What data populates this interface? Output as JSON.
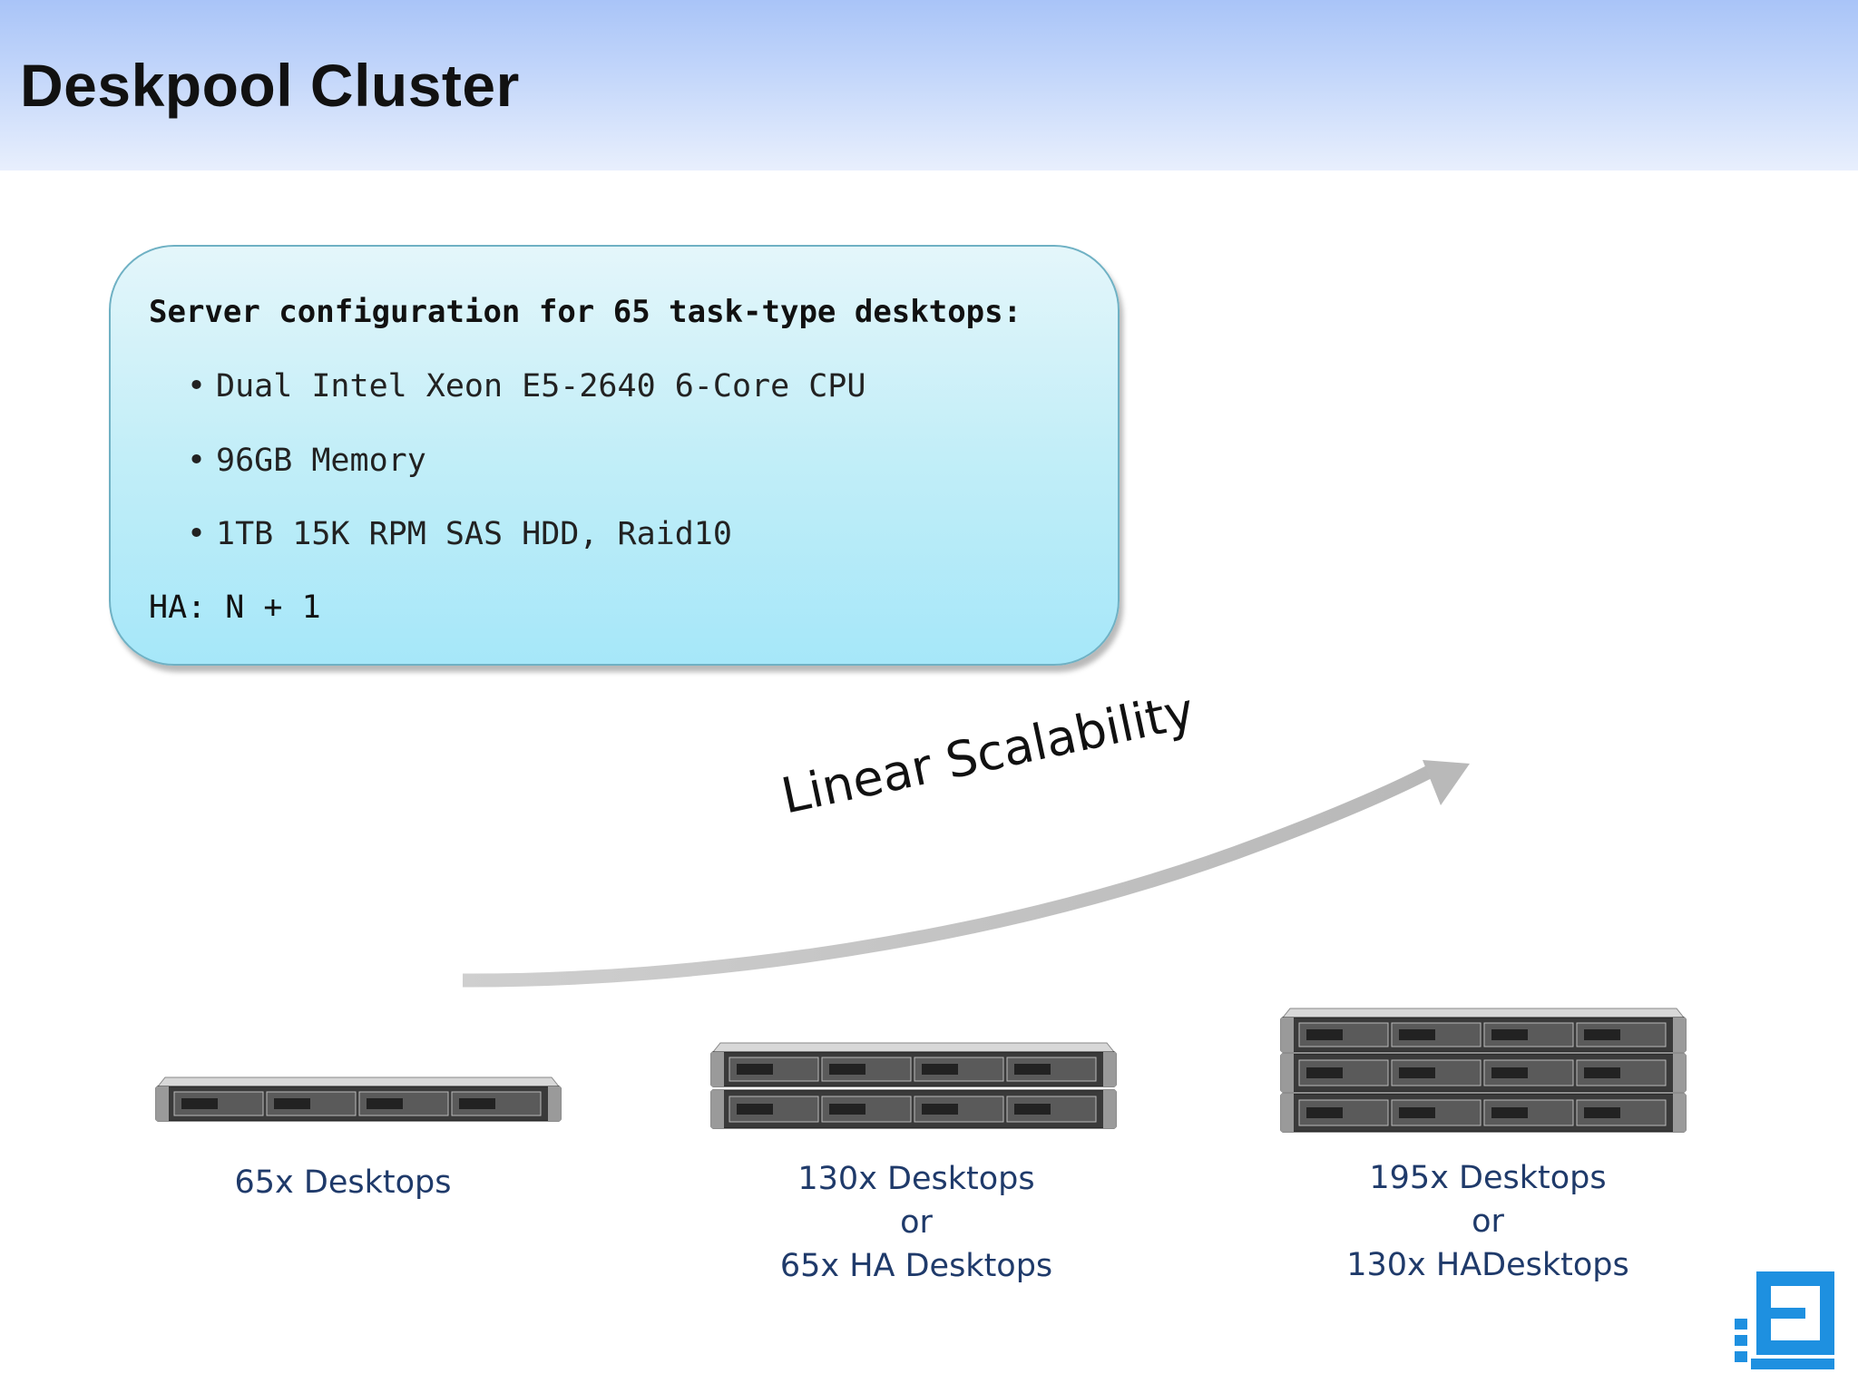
{
  "header": {
    "title": "Deskpool Cluster"
  },
  "config": {
    "heading": "Server configuration for 65 task-type desktops:",
    "bullet_glyph": "•",
    "items": [
      "Dual Intel Xeon E5-2640 6-Core CPU",
      "96GB Memory",
      "1TB 15K RPM SAS HDD, Raid10"
    ],
    "ha": "HA: N + 1"
  },
  "scalability": {
    "label": "Linear Scalability"
  },
  "server_groups": [
    {
      "units": 1,
      "caption": [
        "65x Desktops"
      ]
    },
    {
      "units": 2,
      "caption": [
        "130x Desktops",
        "or",
        "65x HA Desktops"
      ]
    },
    {
      "units": 3,
      "caption": [
        "195x Desktops",
        "or",
        "130x HADesktops"
      ]
    }
  ],
  "colors": {
    "caption_text": "#1f3a6a",
    "logo_blue": "#1e90e0",
    "arrow_gray": "#c8c8c8"
  },
  "logo": {
    "icon": "brand-logo-icon"
  }
}
